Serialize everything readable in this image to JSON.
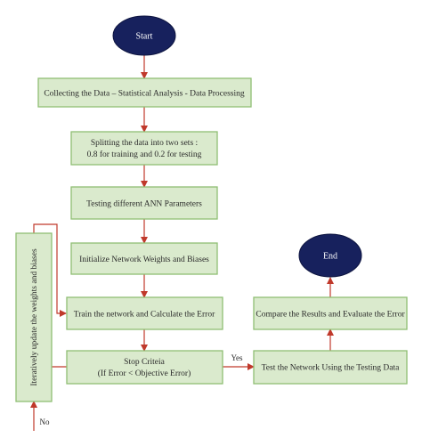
{
  "start_label": "Start",
  "end_label": "End",
  "steps": {
    "collect": "Collecting the Data – Statistical Analysis - Data Processing",
    "split_line1": "Splitting the data into two sets :",
    "split_line2": "0.8 for training and 0.2 for testing",
    "testing_params": "Testing different ANN Parameters",
    "initialize": "Initialize Network Weights and Biases",
    "train": "Train the network and Calculate the Error",
    "stop_line1": "Stop Criteia",
    "stop_line2": "(If Error < Objective Error)",
    "test_network": "Test the Network Using the Testing Data",
    "compare": "Compare the Results and Evaluate the Error",
    "update": "Iteratively update the weights and biases"
  },
  "edges": {
    "yes": "Yes",
    "no": "No"
  },
  "colors": {
    "box_fill": "#daeacd",
    "box_stroke": "#8fbe74",
    "terminal_fill": "#17215d",
    "arrow": "#c0392b"
  }
}
